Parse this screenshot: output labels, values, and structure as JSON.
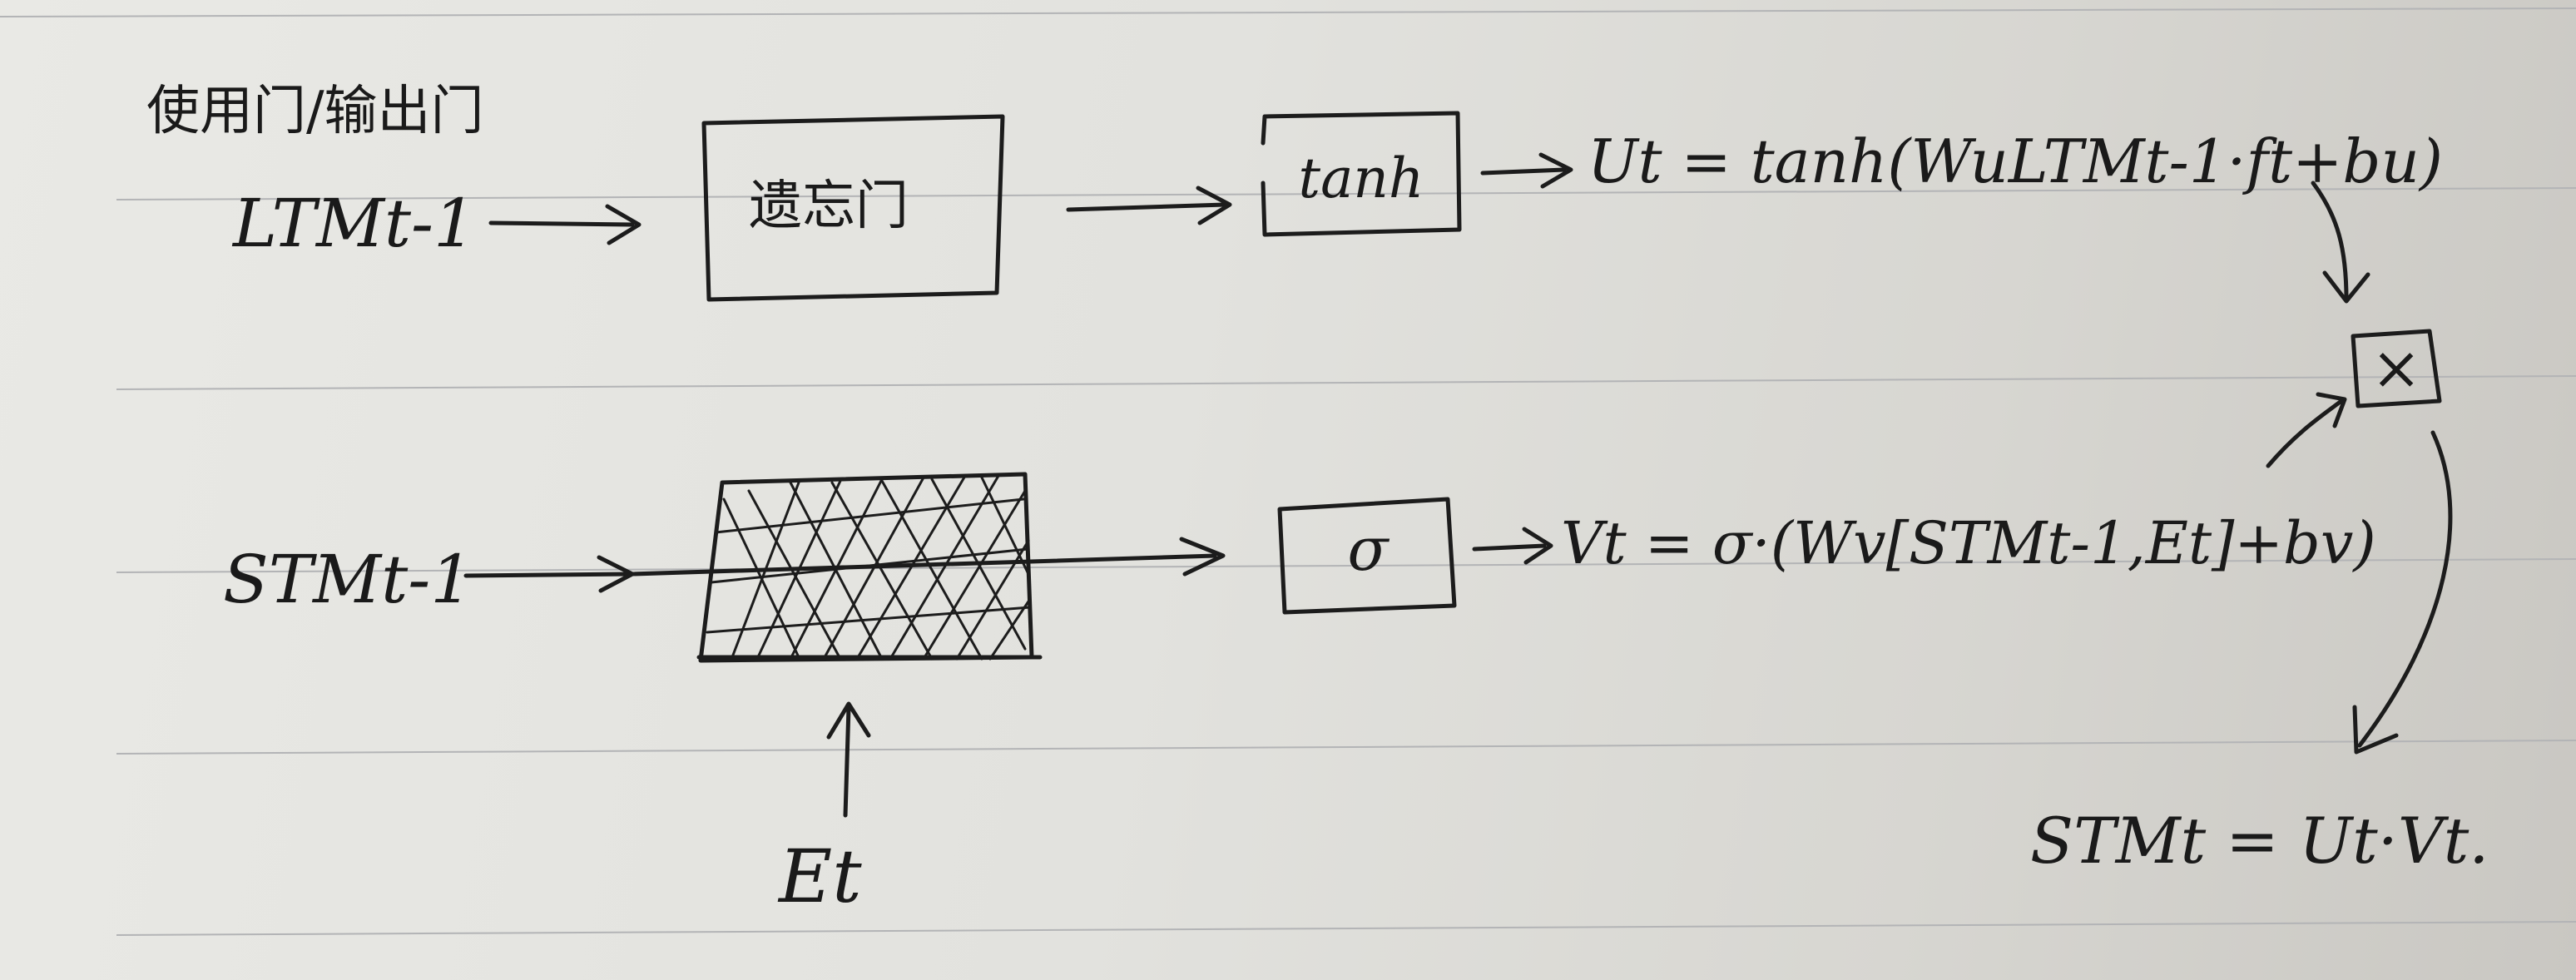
{
  "heading": "使用门/输出门",
  "inputs": {
    "ltm": "LTMt-1",
    "stm": "STMt-1",
    "event": "Et"
  },
  "boxes": {
    "forget_gate": "遗忘门",
    "tanh": "tanh",
    "sigma": "σ",
    "multiply": "×"
  },
  "equations": {
    "ut": "Ut = tanh(WuLTMt-1·ft+bu)",
    "vt": "Vt = σ·(Wv[STMt-1,Et]+bv)",
    "stm_out": "STMt = Ut·Vt."
  },
  "colors": {
    "ink": "#1c1c1c",
    "paper": "#e4e4e0",
    "rule": "#b3b4b6"
  }
}
